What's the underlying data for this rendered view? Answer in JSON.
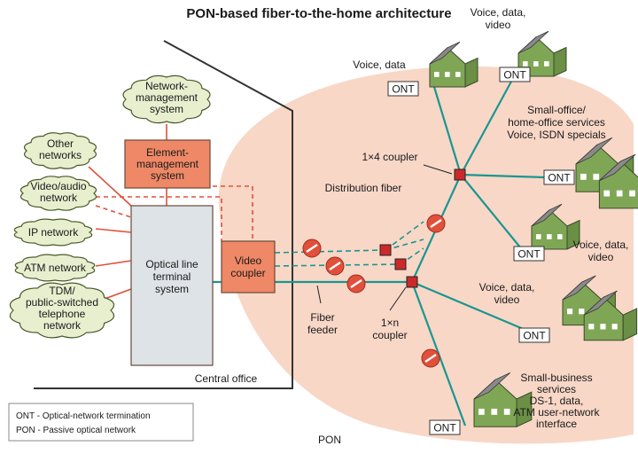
{
  "title": "PON-based fiber-to-the-home architecture",
  "clouds": {
    "network_management": [
      "Network-",
      "management",
      "system"
    ],
    "other_networks": [
      "Other",
      "networks"
    ],
    "video_audio": [
      "Video/audio",
      "network"
    ],
    "ip_network": [
      "IP network"
    ],
    "atm_network": [
      "ATM network"
    ],
    "pstn": [
      "TDM/",
      "public-switched",
      "telephone",
      "network"
    ]
  },
  "boxes": {
    "element_management": [
      "Element-",
      "management",
      "system"
    ],
    "olt": [
      "Optical line",
      "terminal",
      "system"
    ],
    "video_coupler": [
      "Video",
      "coupler"
    ]
  },
  "labels": {
    "central_office": "Central office",
    "fiber_feeder": [
      "Fiber",
      "feeder"
    ],
    "coupler_1xn": [
      "1×n",
      "coupler"
    ],
    "coupler_1x4": "1×4 coupler",
    "distribution_fiber": "Distribution fiber",
    "pon": "PON"
  },
  "ont_label": "ONT",
  "endpoints": {
    "top_left": [
      "Voice, data"
    ],
    "top_right": [
      "Voice, data,",
      "video"
    ],
    "soho": [
      "Small-office/",
      "home-office services",
      "Voice, ISDN specials"
    ],
    "mid_right": [
      "Voice, data,",
      "video"
    ],
    "lower_right": [
      "Voice, data,",
      "video"
    ],
    "business": [
      "Small-business",
      "services",
      "DS-1, data,",
      "ATM user-network",
      "interface"
    ]
  },
  "legend": [
    "ONT - Optical-network termination",
    "PON - Passive optical network"
  ],
  "colors": {
    "pon_fill": "#f8d7c7",
    "cloud_fill": "#e7efcf",
    "cloud_stroke": "#4a5a2a",
    "fiber": "#1a9690",
    "box_fill": "#ee8866",
    "red_line": "#e0503a",
    "olt_fill": "#dde3e6",
    "house_green": "#7fa655",
    "ont_fill": "#ffffff"
  }
}
